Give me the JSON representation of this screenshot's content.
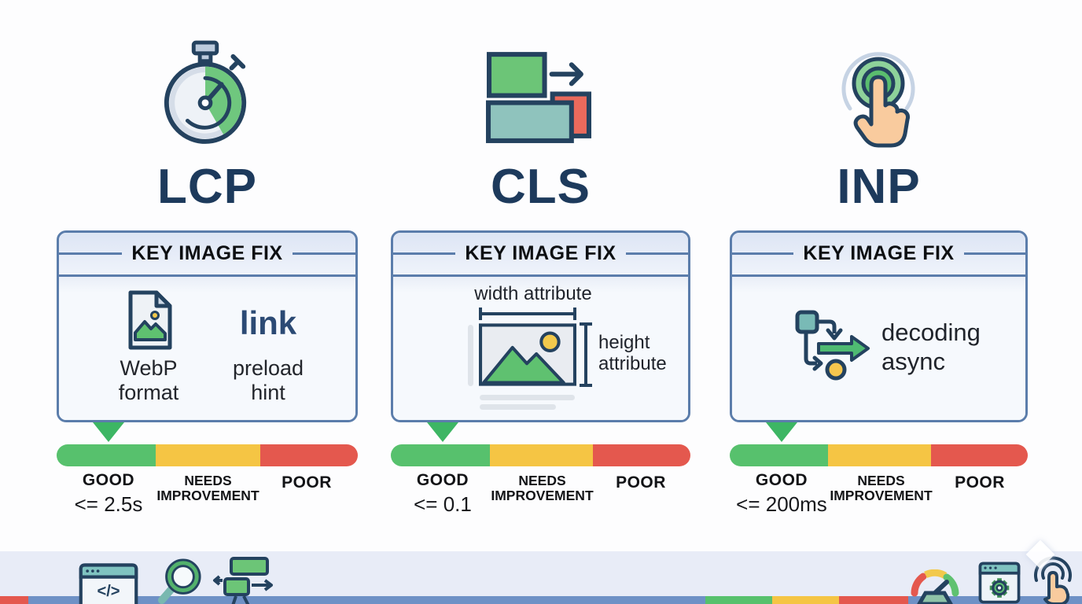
{
  "columns": {
    "lcp": {
      "title": "LCP",
      "box_header": "KEY IMAGE FIX",
      "fixes": {
        "webp_line1": "WebP",
        "webp_line2": "format",
        "link_big": "link",
        "link_line1": "preload",
        "link_line2": "hint"
      },
      "scale": {
        "good": "GOOD",
        "threshold": "<= 2.5s",
        "needs_line1": "NEEDS",
        "needs_line2": "IMPROVEMENT",
        "poor": "POOR"
      }
    },
    "cls": {
      "title": "CLS",
      "box_header": "KEY IMAGE FIX",
      "fixes": {
        "width_label": "width attribute",
        "height_line1": "height",
        "height_line2": "attribute"
      },
      "scale": {
        "good": "GOOD",
        "threshold": "<= 0.1",
        "needs_line1": "NEEDS",
        "needs_line2": "IMPROVEMENT",
        "poor": "POOR"
      }
    },
    "inp": {
      "title": "INP",
      "box_header": "KEY IMAGE FIX",
      "fixes": {
        "decoding_line1": "decoding",
        "decoding_line2": "async"
      },
      "scale": {
        "good": "GOOD",
        "threshold": "<= 200ms",
        "needs_line1": "NEEDS",
        "needs_line2": "IMPROVEMENT",
        "poor": "POOR"
      }
    }
  },
  "footer": {
    "code_icon_text": "</>"
  },
  "icons": {
    "lcp_metric": "stopwatch-icon",
    "cls_metric": "layout-shift-icon",
    "inp_metric": "tap-icon",
    "lcp_fix": "webp-file-icon",
    "cls_fix": "image-dimensions-icon",
    "inp_fix": "flowchart-icon",
    "footer_left": [
      "code-browser-icon",
      "magnifier-icon",
      "layout-boxes-icon"
    ],
    "footer_right": [
      "gauge-icon",
      "settings-browser-icon",
      "click-hand-icon",
      "cursor-diamond-icon"
    ]
  },
  "colors": {
    "navy_outline": "#24425f",
    "heading_navy": "#1d3a5c",
    "box_border": "#5b7dab",
    "good_green": "#57c16d",
    "needs_yellow": "#f5c544",
    "poor_red": "#e4584e",
    "arrow_green": "#3db664",
    "link_blue": "#2b4a74",
    "footer_bar_blue": "#6e91c6",
    "footer_strip": "#e8ecf7"
  }
}
